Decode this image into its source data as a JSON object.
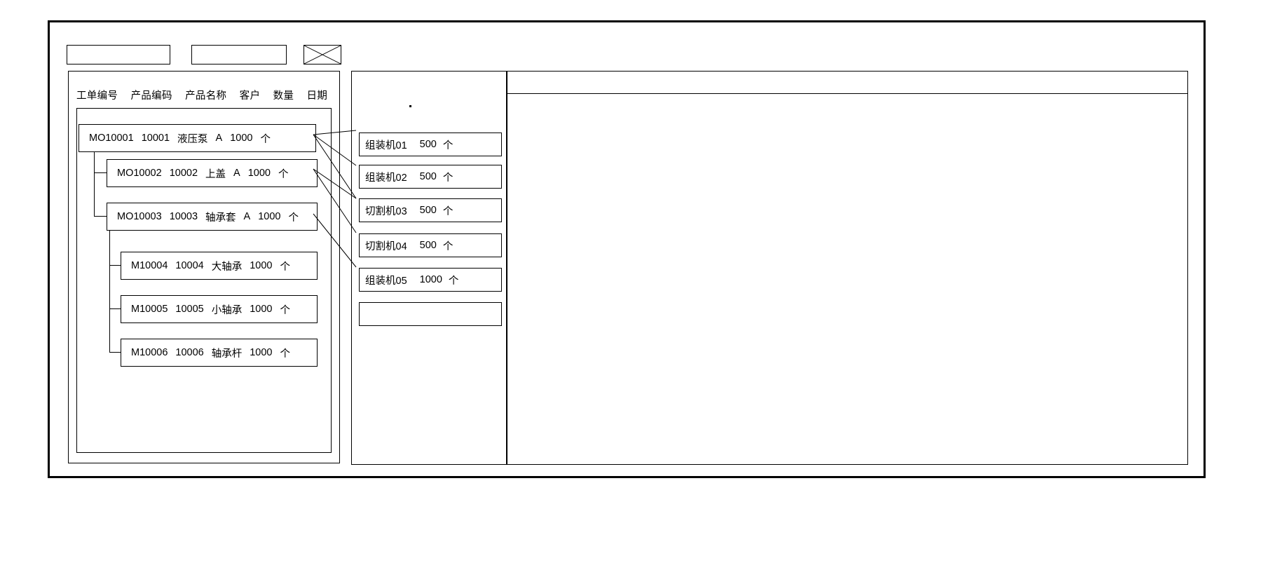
{
  "window": {
    "title": ""
  },
  "toolbar": {
    "field_1_value": "",
    "field_2_value": "",
    "close_icon": "x-cross-icon"
  },
  "left_panel": {
    "columns": [
      "工单编号",
      "产品编码",
      "产品名称",
      "客户",
      "数量",
      "日期"
    ],
    "rows": [
      {
        "depth": 0,
        "order_no": "MO10001",
        "product_code": "10001",
        "product_name": "液压泵",
        "customer": "A",
        "quantity": "1000",
        "unit": "个",
        "date": ""
      },
      {
        "depth": 1,
        "order_no": "MO10002",
        "product_code": "10002",
        "product_name": "上盖",
        "customer": "A",
        "quantity": "1000",
        "unit": "个",
        "date": ""
      },
      {
        "depth": 1,
        "order_no": "MO10003",
        "product_code": "10003",
        "product_name": "轴承套",
        "customer": "A",
        "quantity": "1000",
        "unit": "个",
        "date": ""
      },
      {
        "depth": 2,
        "order_no": "M10004",
        "product_code": "10004",
        "product_name": "大轴承",
        "customer": "",
        "quantity": "1000",
        "unit": "个",
        "date": ""
      },
      {
        "depth": 2,
        "order_no": "M10005",
        "product_code": "10005",
        "product_name": "小轴承",
        "customer": "",
        "quantity": "1000",
        "unit": "个",
        "date": ""
      },
      {
        "depth": 2,
        "order_no": "M10006",
        "product_code": "10006",
        "product_name": "轴承杆",
        "customer": "",
        "quantity": "1000",
        "unit": "个",
        "date": ""
      }
    ]
  },
  "middle_panel": {
    "cards": [
      {
        "name": "组装机01",
        "quantity": "500",
        "unit": "个"
      },
      {
        "name": "组装机02",
        "quantity": "500",
        "unit": "个"
      },
      {
        "name": "切割机03",
        "quantity": "500",
        "unit": "个"
      },
      {
        "name": "切割机04",
        "quantity": "500",
        "unit": "个"
      },
      {
        "name": "组装机05",
        "quantity": "1000",
        "unit": "个"
      },
      {
        "name": "",
        "quantity": "",
        "unit": ""
      }
    ]
  },
  "right_panel": {
    "header_text": "",
    "body_text": ""
  },
  "colors": {
    "border": "#000000",
    "background": "#ffffff",
    "text": "#000000"
  }
}
